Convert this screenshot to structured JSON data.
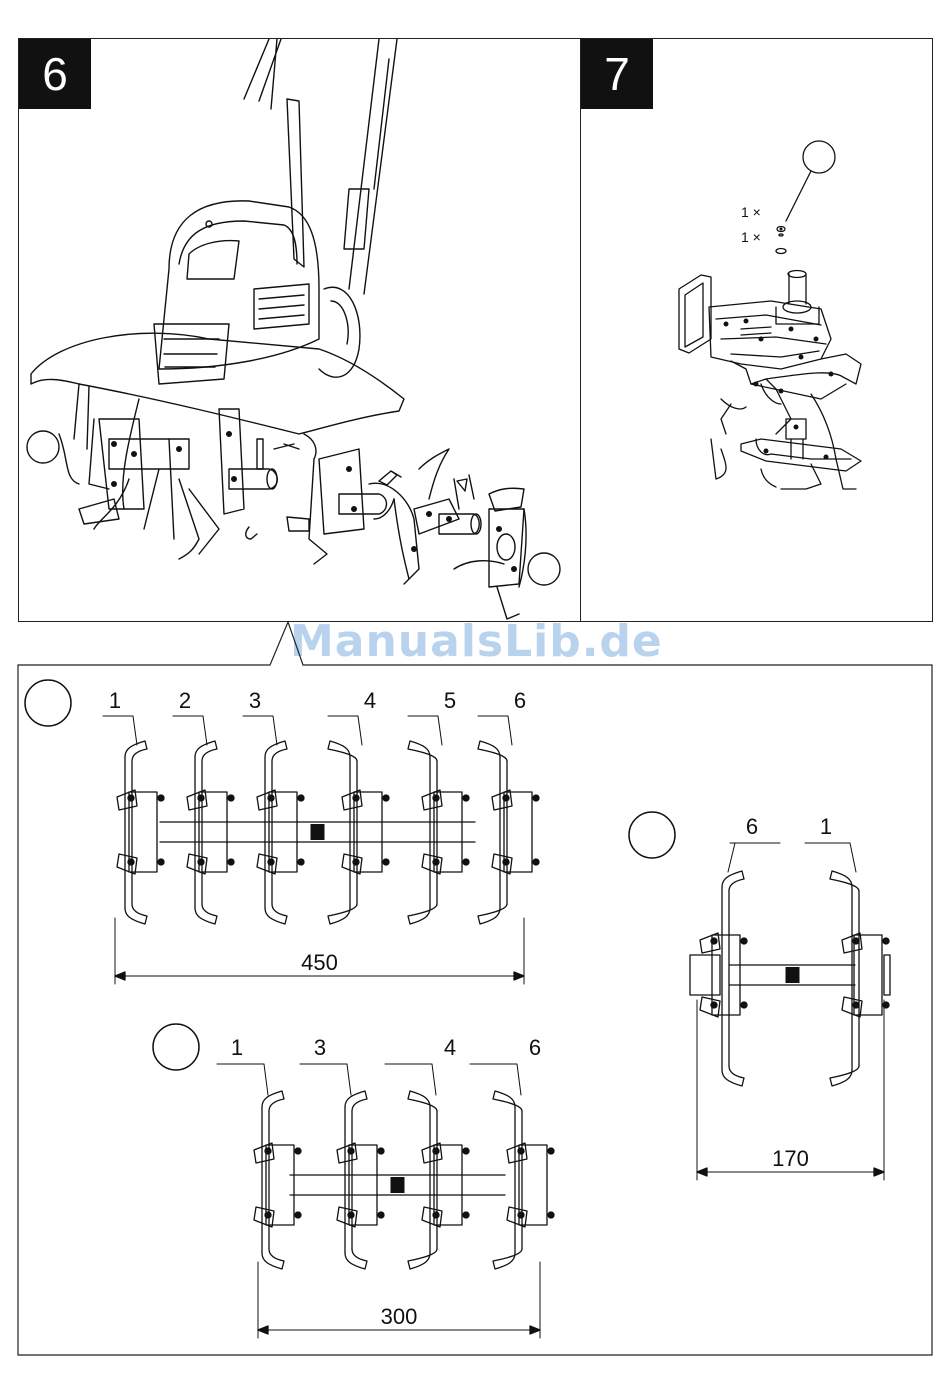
{
  "step6": {
    "number": "6"
  },
  "step7": {
    "number": "7",
    "parts": [
      {
        "qty": "1 ×"
      },
      {
        "qty": "1 ×"
      }
    ]
  },
  "watermark": "ManualsLib.de",
  "config_six": {
    "tine_labels": [
      "1",
      "2",
      "3",
      "4",
      "5",
      "6"
    ],
    "width": "450"
  },
  "config_four": {
    "tine_labels": [
      "1",
      "3",
      "4",
      "6"
    ],
    "width": "300"
  },
  "config_two": {
    "tine_labels": [
      "6",
      "1"
    ],
    "width": "170"
  },
  "colors": {
    "ink": "#111111",
    "badge": "#111111",
    "watermark": "#b9d2ee"
  }
}
